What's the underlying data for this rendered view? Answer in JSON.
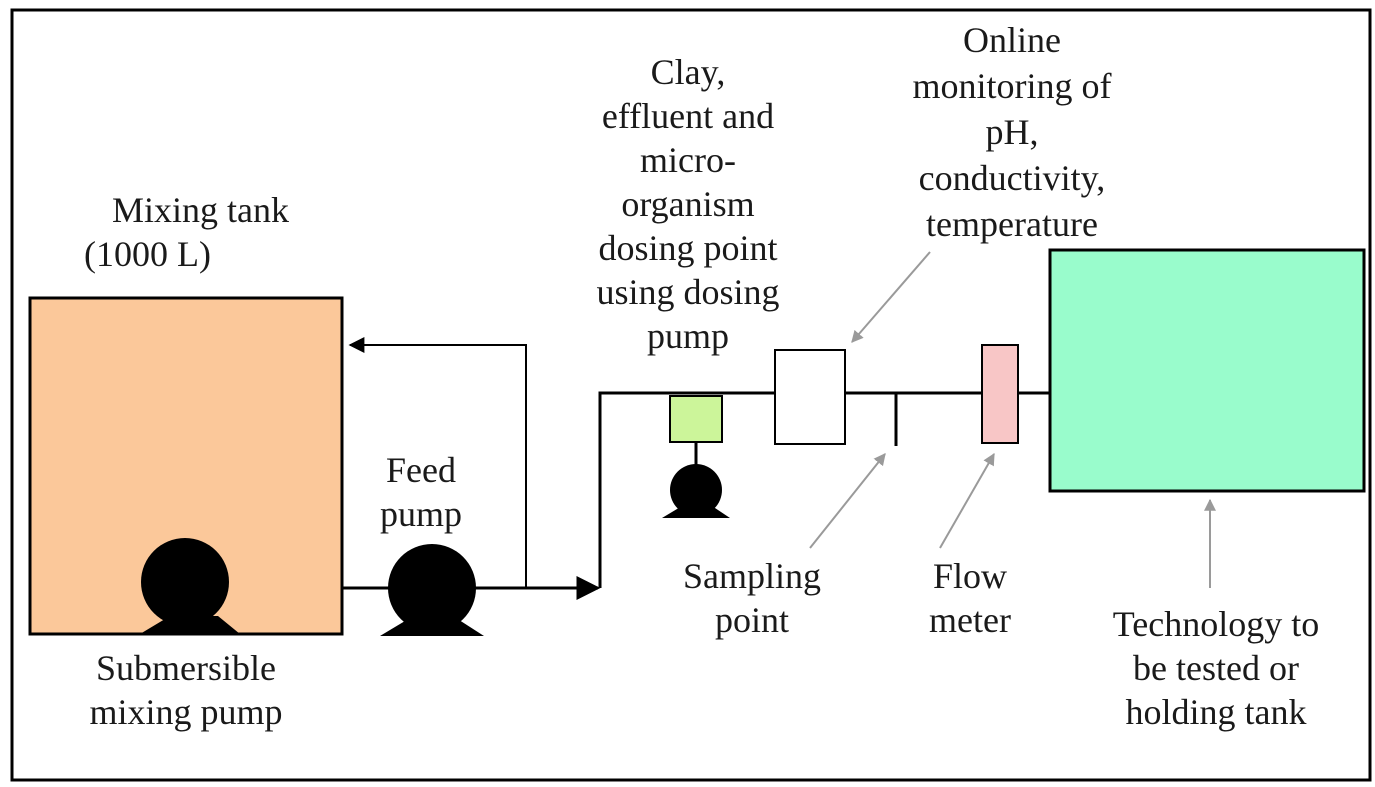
{
  "components": {
    "mixing_tank": {
      "title": "Mixing tank",
      "capacity": "(1000 L)",
      "color": "#FBC89A"
    },
    "submersible_pump": {
      "label_lines": [
        "Submersible",
        "mixing pump"
      ]
    },
    "feed_pump": {
      "label_lines": [
        "Feed",
        "pump"
      ]
    },
    "dosing_point": {
      "label_lines": [
        "Clay,",
        "effluent and",
        "micro-",
        "organism",
        "dosing point",
        "using dosing",
        "pump"
      ],
      "color": "#CCF59A"
    },
    "online_monitor": {
      "label_lines": [
        "Online",
        "monitoring of",
        "pH,",
        "conductivity,",
        "temperature"
      ]
    },
    "sampling_point": {
      "label_lines": [
        "Sampling",
        "point"
      ]
    },
    "flow_meter": {
      "label_lines": [
        "Flow",
        "meter"
      ],
      "color": "#F8C6C6"
    },
    "technology_tank": {
      "label_lines": [
        "Technology to",
        "be tested or",
        "holding tank"
      ],
      "color": "#99FCCC"
    }
  },
  "colors": {
    "line": "#000000",
    "pointer_arrow": "#9a9a9a",
    "return_line": "#000000"
  }
}
